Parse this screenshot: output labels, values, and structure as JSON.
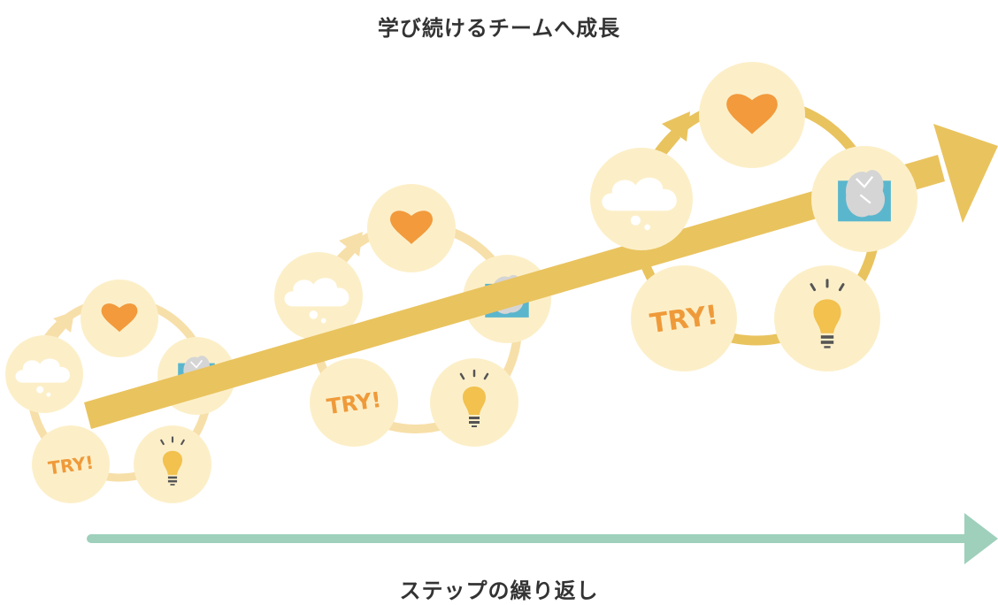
{
  "title": "学び続けるチームへ成長",
  "footer": "ステップの繰り返し",
  "try_label": "TRY!",
  "icons": [
    "thought-cloud-icon",
    "heart-icon",
    "crumpled-paper-box-icon",
    "lightbulb-icon",
    "try-text-icon"
  ],
  "colors": {
    "growth_arrow": "#E9C35E",
    "cycle_ring": "#F7DFA9",
    "circle_fill": "#FCEFC8",
    "heart": "#F29A3C",
    "try_text": "#EF9A3A",
    "box": "#5AB6CD",
    "paper": "#D5D5D5",
    "bulb": "#F2C14E",
    "timeline_arrow": "#9ED0BC",
    "caption": "#333333"
  },
  "cycles": [
    {
      "id": "small"
    },
    {
      "id": "medium"
    },
    {
      "id": "large"
    }
  ]
}
